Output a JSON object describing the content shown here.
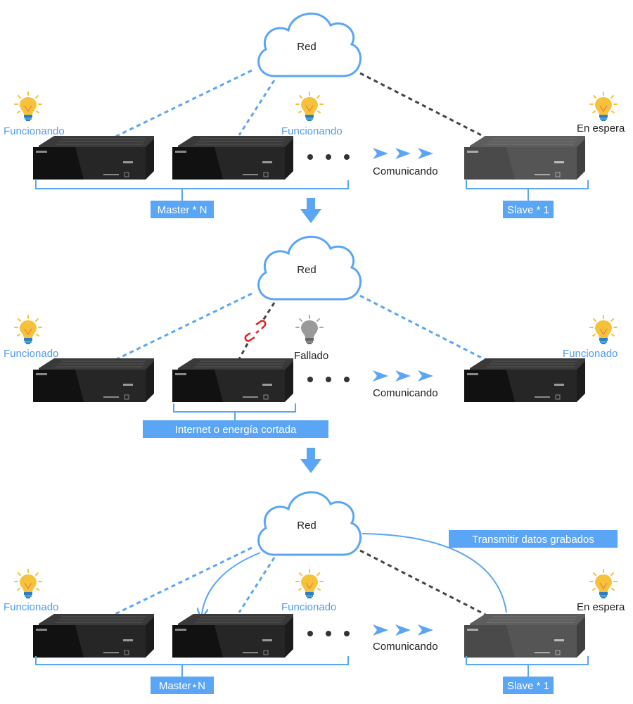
{
  "colors": {
    "accent": "#5aa5f5",
    "text_blue": "#4f9cf2",
    "broken_link": "#e02020",
    "bulb_on": "#f7c23b",
    "bulb_off": "#9a9a9a"
  },
  "icons": [
    "cloud-icon",
    "lightbulb-on-icon",
    "lightbulb-off-icon",
    "nvr-device-icon",
    "broken-link-icon",
    "arrow-down-icon",
    "chevron-right-icon"
  ],
  "stage1": {
    "cloud": "Red",
    "left_status": "Funcionando",
    "middle_status": "Funcionando",
    "right_status": "En espera",
    "communicating": "Comunicando",
    "master_label": "Master * N",
    "slave_label": "Slave * 1"
  },
  "stage2": {
    "cloud": "Red",
    "left_status": "Funcionado",
    "middle_status": "Fallado",
    "right_status": "Funcionado",
    "communicating": "Comunicando",
    "failure_label": "Internet o energía cortada"
  },
  "stage3": {
    "cloud": "Red",
    "left_status": "Funcionado",
    "middle_status": "Funcionado",
    "right_status": "En espera",
    "communicating": "Comunicando",
    "transmit_label": "Transmitir datos grabados",
    "master_label": "Master⋆N",
    "slave_label": "Slave * 1"
  }
}
